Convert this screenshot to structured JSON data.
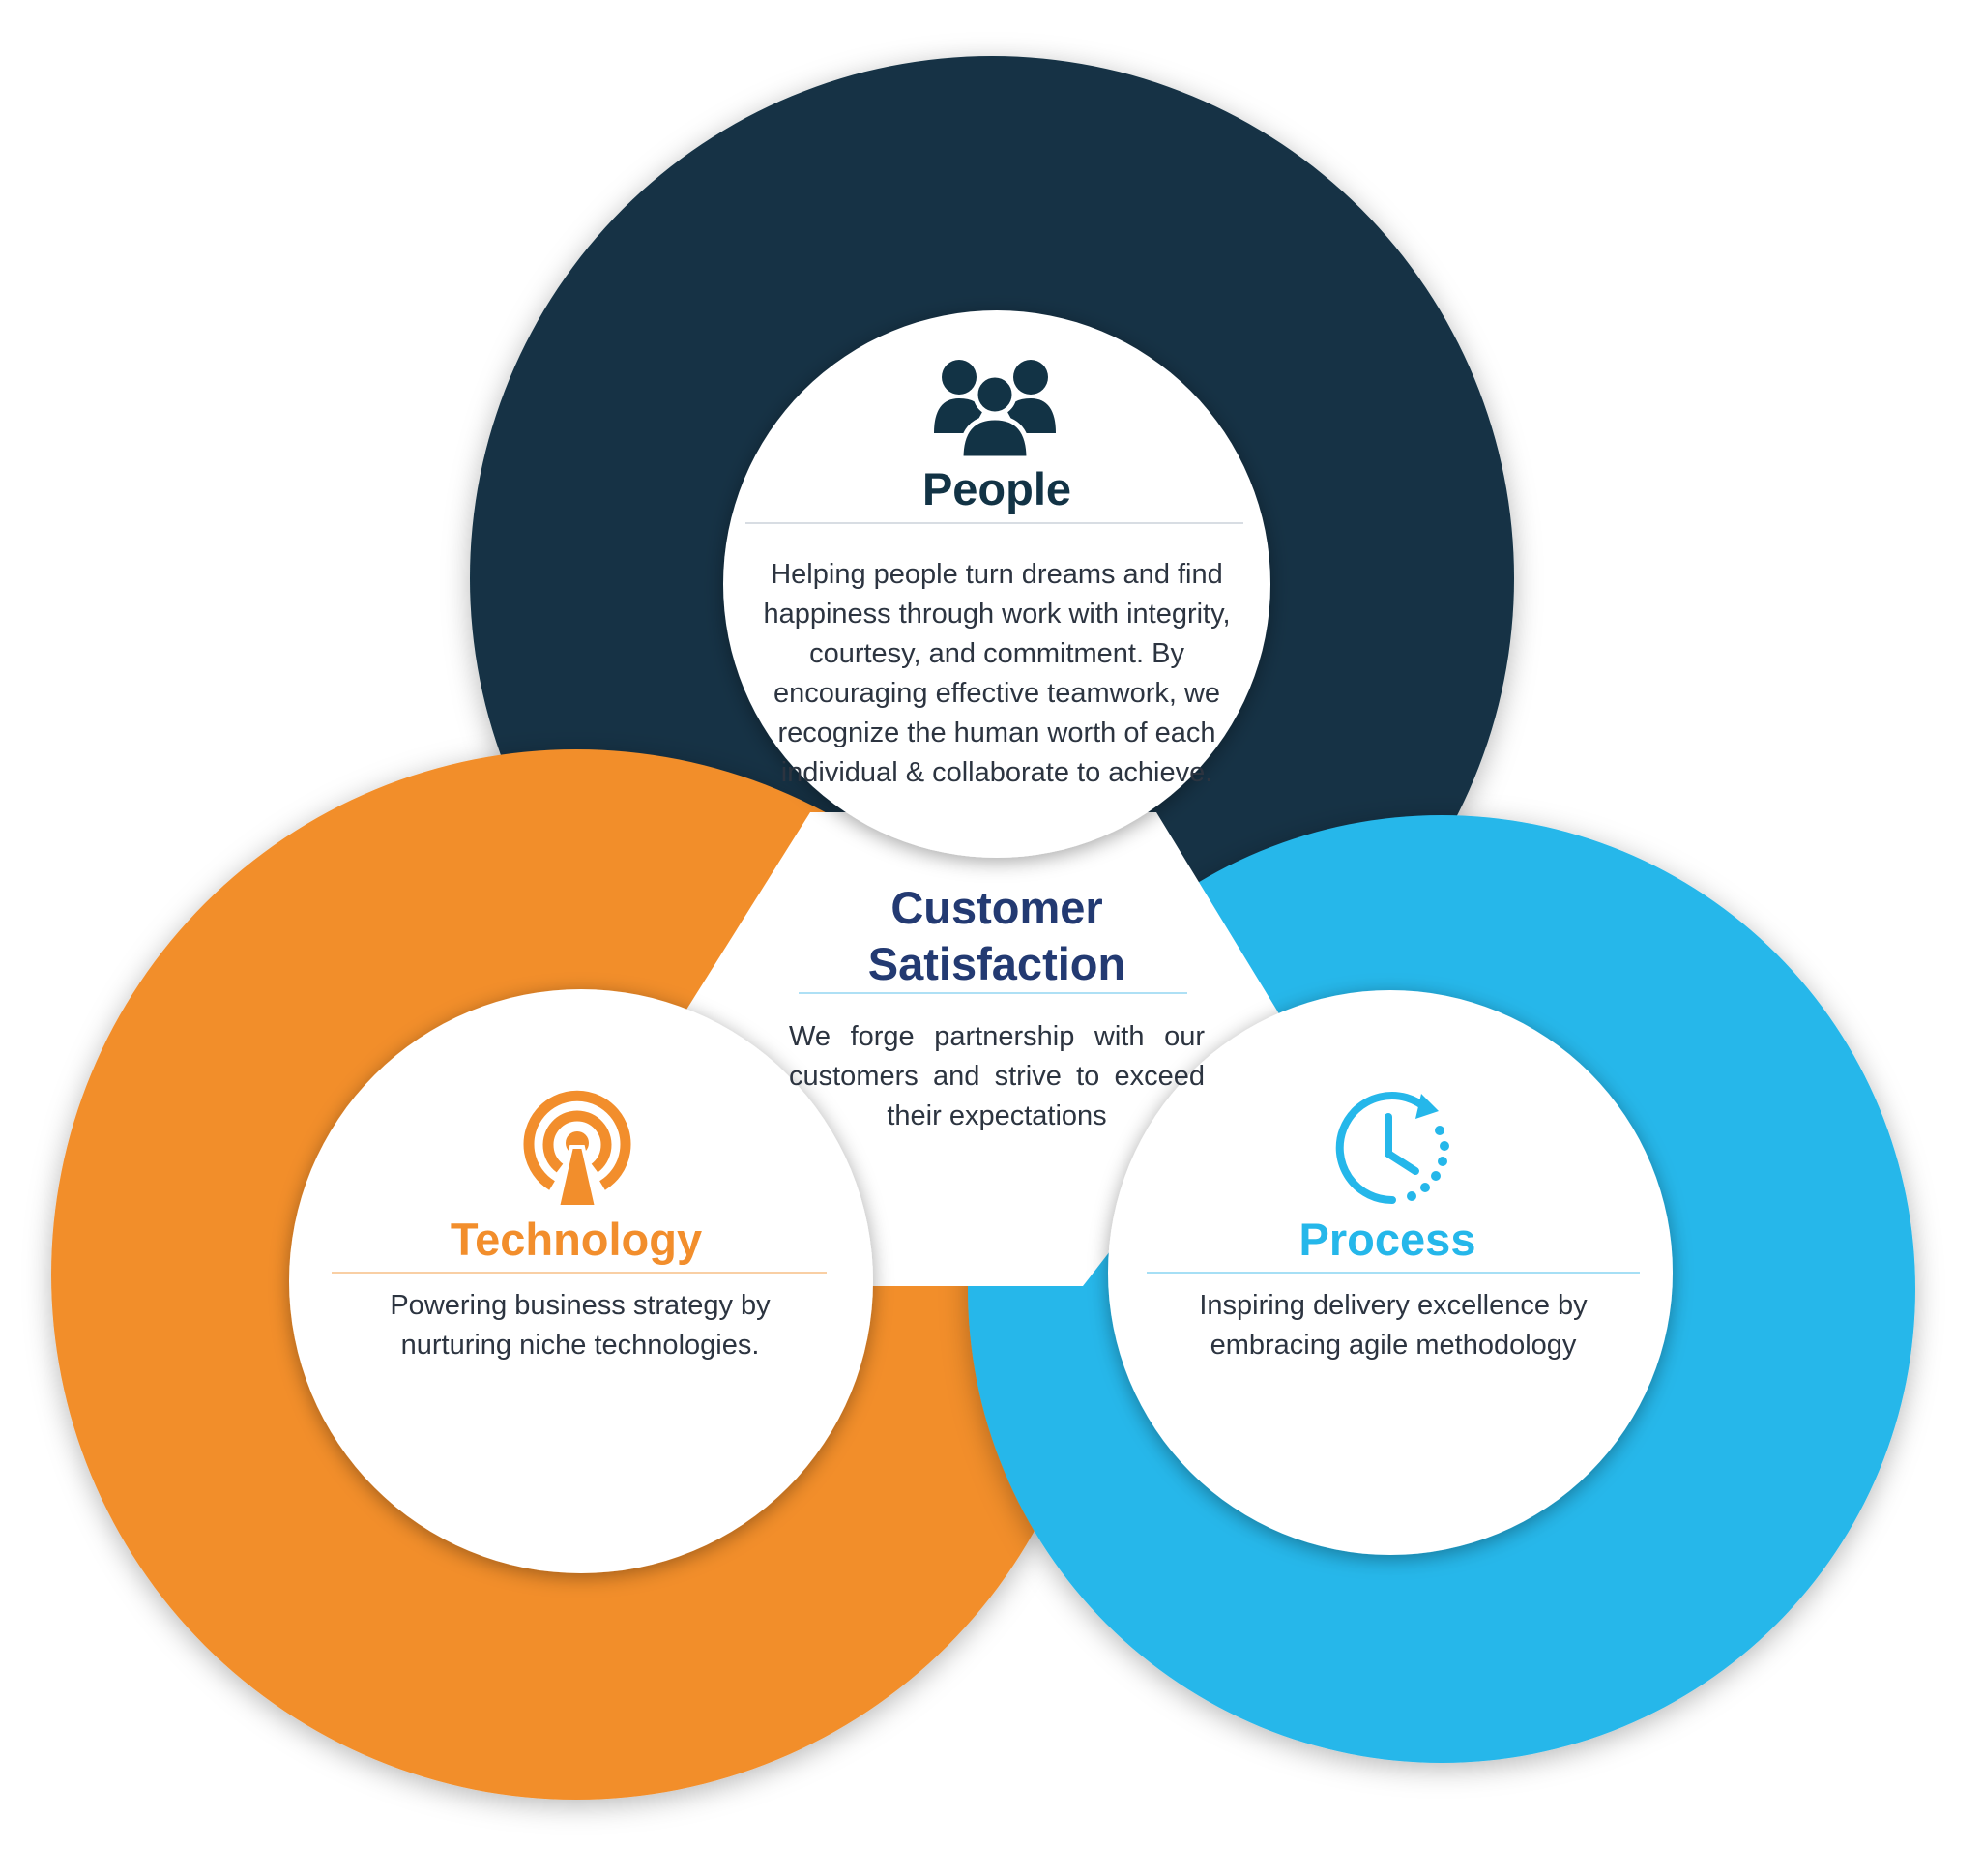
{
  "colors": {
    "people": "#123345",
    "technology": "#f28e2c",
    "process": "#25b7ea",
    "center_title": "#233a72",
    "background": "#ffffff"
  },
  "people": {
    "icon": "group-icon",
    "title": "People",
    "text": "Helping people turn dreams and find happiness through work with integrity, courtesy, and commitment. By encouraging effective teamwork, we recognize the human worth of each individual & collaborate to achieve."
  },
  "customer_satisfaction": {
    "title_line1": "Customer",
    "title_line2": "Satisfaction",
    "text": "We forge partnership with our customers and strive to exceed their expectations"
  },
  "technology": {
    "icon": "broadcast-tower-icon",
    "title": "Technology",
    "text": "Powering business strategy by nurturing niche technologies."
  },
  "process": {
    "icon": "clock-cycle-icon",
    "title": "Process",
    "text": "Inspiring delivery excellence by embracing agile methodology"
  }
}
